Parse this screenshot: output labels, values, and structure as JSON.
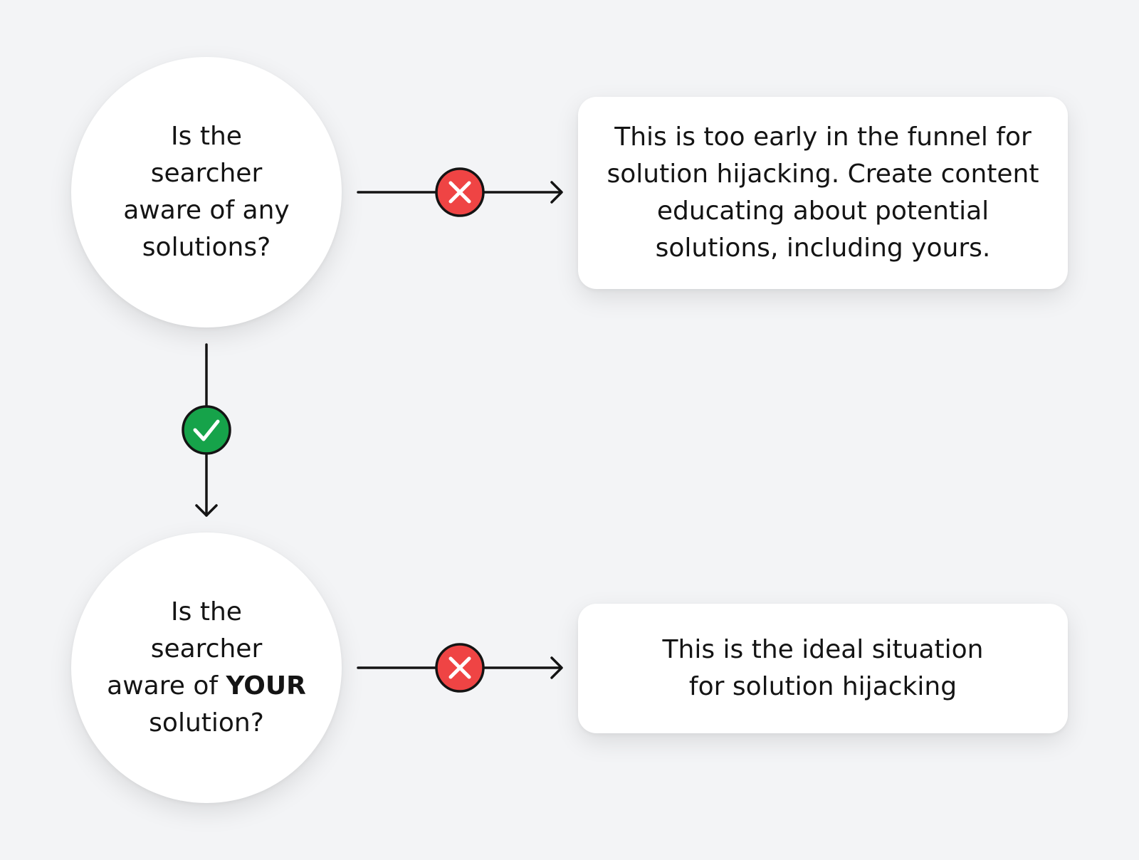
{
  "nodes": {
    "question1": {
      "line1": "Is the",
      "line2": "searcher",
      "line3": "aware of any",
      "line4": "solutions?"
    },
    "question2": {
      "line1": "Is the",
      "line2": "searcher",
      "line3_prefix": "aware of ",
      "line3_bold": "YOUR",
      "line4": "solution?"
    },
    "result1": {
      "text": "This is too early in the funnel for solution hijacking. Create content educating about potential solutions, including yours."
    },
    "result2": {
      "text": "This is the ideal situation for solution hijacking"
    }
  },
  "edges": [
    {
      "from": "question1",
      "to": "result1",
      "marker": "x-icon"
    },
    {
      "from": "question1",
      "to": "question2",
      "marker": "check-icon"
    },
    {
      "from": "question2",
      "to": "result2",
      "marker": "x-icon"
    }
  ],
  "colors": {
    "background": "#f3f4f6",
    "no": "#ef4444",
    "yes": "#16a34a",
    "line": "#141414"
  }
}
